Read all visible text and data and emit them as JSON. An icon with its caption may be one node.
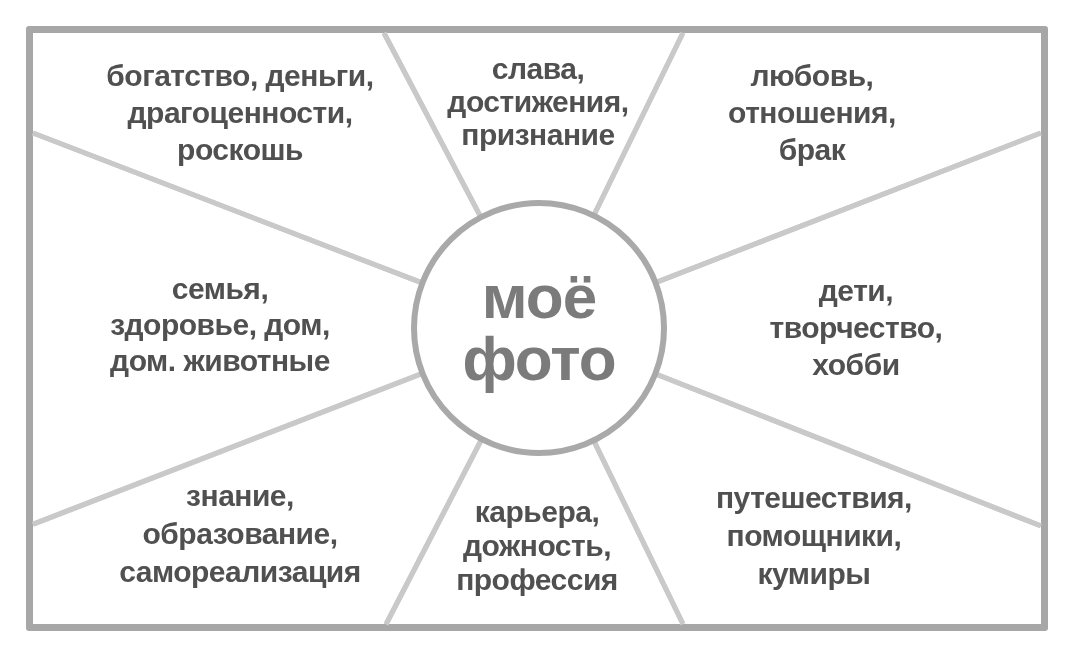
{
  "diagram": {
    "nodes": [
      {
        "text": [],
        "shape": "box"
      },
      {
        "text": [
          "богатство, деньги, драгоценности, роскошь"
        ],
        "in": 0
      },
      {
        "text": [
          "слава, достижения, признание"
        ],
        "in": 0
      },
      {
        "text": [
          "любовь, отношения, брак"
        ],
        "in": 0
      },
      {
        "text": [
          "семья, здоровье, дом, дом. животные"
        ],
        "in": 0
      },
      {
        "text": [
          "моё фото"
        ],
        "in": 0
      },
      {
        "text": [
          "дети, творчество, хобби"
        ],
        "in": 0
      },
      {
        "text": [
          "знание, образование, самореализация"
        ],
        "in": 0
      },
      {
        "text": [
          "карьера, дожность, профессия"
        ],
        "in": 0
      },
      {
        "text": [
          "путешествия, помощники, кумиры"
        ],
        "in": 0
      }
    ]
  }
}
